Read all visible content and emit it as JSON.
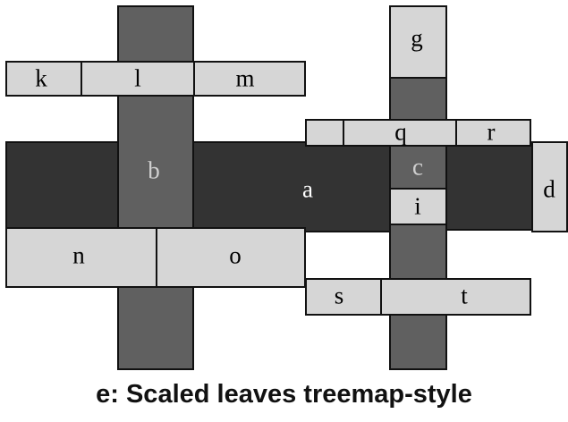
{
  "caption": "e: Scaled leaves treemap-style",
  "colors": {
    "dark": "#333333",
    "mid": "#606060",
    "light": "#d6d6d6",
    "outline": "#111111",
    "label_dark_bg": "#ffffff",
    "label_mid_bg": "#cfcfcf",
    "label_light_bg": "#000000"
  },
  "nodes": {
    "a": "a",
    "b": "b",
    "c": "c",
    "d": "d",
    "g": "g",
    "i": "i",
    "k": "k",
    "l": "l",
    "m": "m",
    "n": "n",
    "o": "o",
    "q": "q",
    "r": "r",
    "s": "s",
    "t": "t"
  }
}
